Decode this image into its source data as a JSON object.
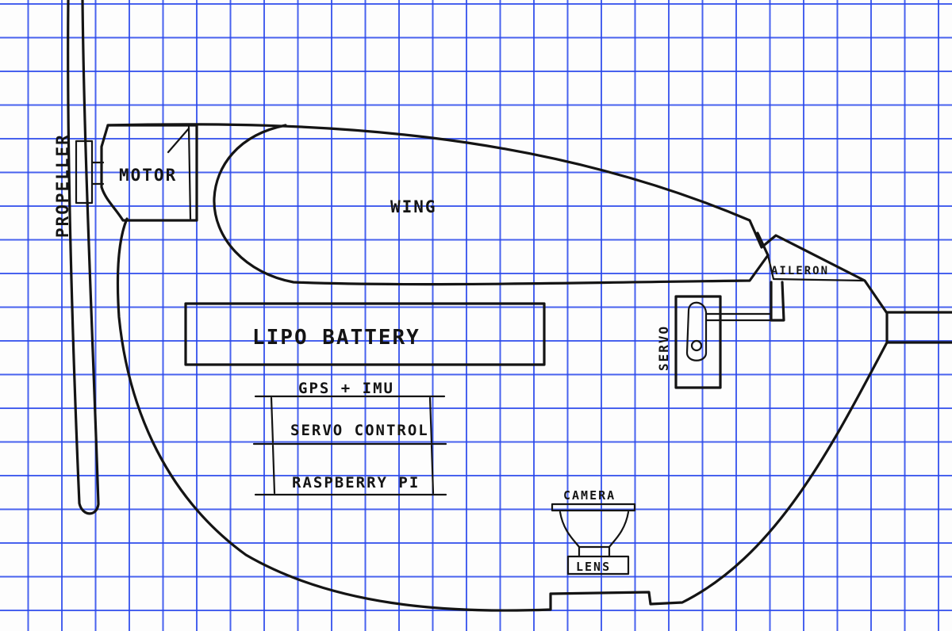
{
  "labels": {
    "propeller": "PROPELLER",
    "motor": "MOTOR",
    "wing": "WING",
    "aileron": "AILERON",
    "servo": "SERVO",
    "battery": "LIPO BATTERY",
    "gps_imu": "GPS + IMU",
    "servo_control": "SERVO CONTROL",
    "raspberry_pi": "RASPBERRY PI",
    "camera": "CAMERA",
    "lens": "LENS"
  },
  "colors": {
    "paper": "#fdfdfd",
    "grid": "#2846eb",
    "ink": "#141414"
  }
}
